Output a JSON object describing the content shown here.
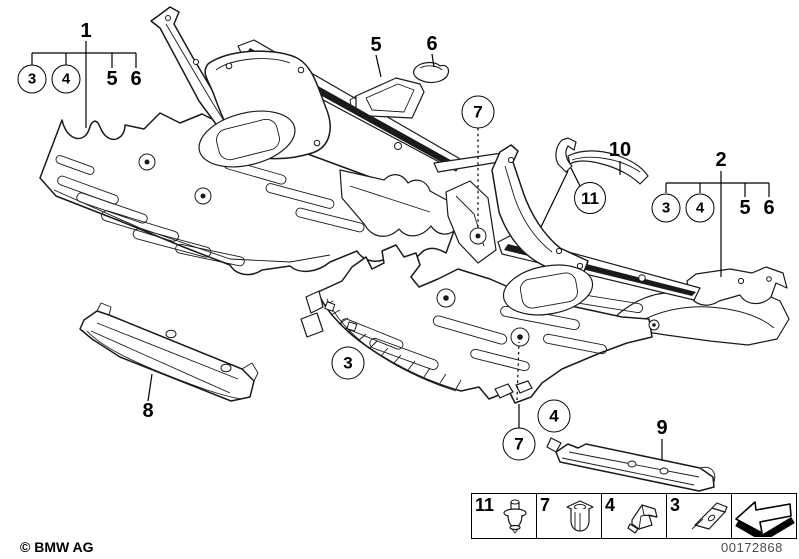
{
  "meta": {
    "copyright": "© BMW AG",
    "part_number": "00172868"
  },
  "callouts": {
    "group1": {
      "label": "1",
      "c3": "3",
      "c4": "4",
      "p5": "5",
      "p6": "6"
    },
    "group2": {
      "label": "2",
      "c3": "3",
      "c4": "4",
      "p5": "5",
      "p6": "6"
    },
    "part5": "5",
    "part6": "6",
    "bolt7_top": "7",
    "part10": "10",
    "rivet11": "11",
    "nut3": "3",
    "clip4": "4",
    "bolt7_bottom": "7",
    "part8": "8",
    "part9": "9"
  },
  "legend": {
    "cells": [
      {
        "label": "11",
        "icon": "expansion-rivet-icon"
      },
      {
        "label": "7",
        "icon": "grommet-icon"
      },
      {
        "label": "4",
        "icon": "clip-icon"
      },
      {
        "label": "3",
        "icon": "speed-nut-icon"
      },
      {
        "label": "",
        "icon": "direction-arrow-icon"
      }
    ]
  }
}
